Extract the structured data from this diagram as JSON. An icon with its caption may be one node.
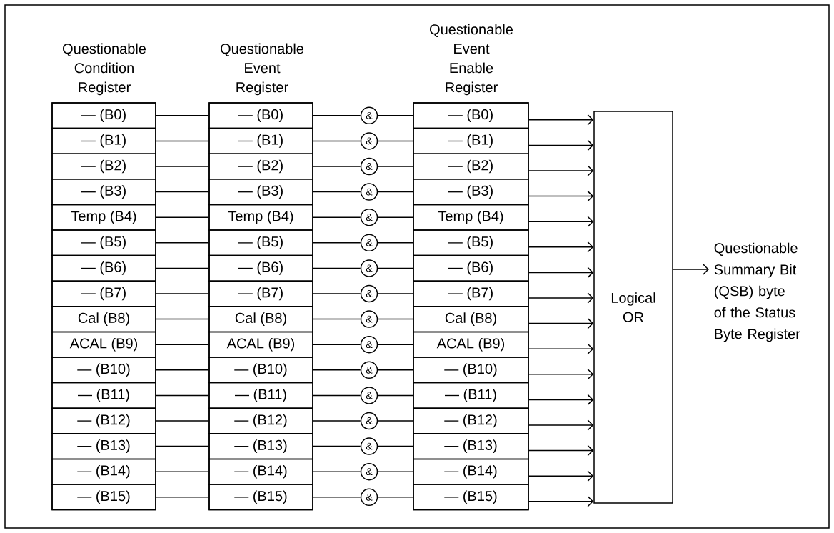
{
  "diagram": {
    "nodes": [
      {
        "text": [
          "Questionable Condition Register"
        ]
      },
      {
        "text": [
          "— (B0)"
        ],
        "in": 0
      },
      {
        "text": [
          "— (B1)"
        ],
        "in": 0
      },
      {
        "text": [
          "— (B2)"
        ],
        "in": 0
      },
      {
        "text": [
          "— (B3)"
        ],
        "in": 0
      },
      {
        "text": [
          "Temp (B4)"
        ],
        "in": 0
      },
      {
        "text": [
          "— (B5)"
        ],
        "in": 0
      },
      {
        "text": [
          "— (B6)"
        ],
        "in": 0
      },
      {
        "text": [
          "— (B7)"
        ],
        "in": 0
      },
      {
        "text": [
          "Cal (B8)"
        ],
        "in": 0
      },
      {
        "text": [
          "ACAL (B9)"
        ],
        "in": 0
      },
      {
        "text": [
          "— (B10)"
        ],
        "in": 0
      },
      {
        "text": [
          "— (B11)"
        ],
        "in": 0
      },
      {
        "text": [
          "— (B12)"
        ],
        "in": 0
      },
      {
        "text": [
          "— (B13)"
        ],
        "in": 0
      },
      {
        "text": [
          "— (B14)"
        ],
        "in": 0
      },
      {
        "text": [
          "— (B15)"
        ],
        "in": 0
      },
      {
        "text": [
          "Questionable Event Register"
        ]
      },
      {
        "text": [
          "— (B0)"
        ],
        "in": 17
      },
      {
        "text": [
          "— (B1)"
        ],
        "in": 17
      },
      {
        "text": [
          "— (B2)"
        ],
        "in": 17
      },
      {
        "text": [
          "— (B3)"
        ],
        "in": 17
      },
      {
        "text": [
          "Temp (B4)"
        ],
        "in": 17
      },
      {
        "text": [
          "— (B5)"
        ],
        "in": 17
      },
      {
        "text": [
          "— (B6)"
        ],
        "in": 17
      },
      {
        "text": [
          "— (B7)"
        ],
        "in": 17
      },
      {
        "text": [
          "Cal (B8)"
        ],
        "in": 17
      },
      {
        "text": [
          "ACAL (B9)"
        ],
        "in": 17
      },
      {
        "text": [
          "— (B10)"
        ],
        "in": 17
      },
      {
        "text": [
          "— (B11)"
        ],
        "in": 17
      },
      {
        "text": [
          "— (B12)"
        ],
        "in": 17
      },
      {
        "text": [
          "— (B13)"
        ],
        "in": 17
      },
      {
        "text": [
          "— (B14)"
        ],
        "in": 17
      },
      {
        "text": [
          "— (B15)"
        ],
        "in": 17
      },
      {
        "text": [
          "&"
        ]
      },
      {
        "text": [
          "&"
        ]
      },
      {
        "text": [
          "&"
        ]
      },
      {
        "text": [
          "&"
        ]
      },
      {
        "text": [
          "&"
        ]
      },
      {
        "text": [
          "&"
        ]
      },
      {
        "text": [
          "&"
        ]
      },
      {
        "text": [
          "&"
        ]
      },
      {
        "text": [
          "&"
        ]
      },
      {
        "text": [
          "&"
        ]
      },
      {
        "text": [
          "&"
        ]
      },
      {
        "text": [
          "&"
        ]
      },
      {
        "text": [
          "&"
        ]
      },
      {
        "text": [
          "&"
        ]
      },
      {
        "text": [
          "&"
        ]
      },
      {
        "text": [
          "&"
        ]
      },
      {
        "text": [
          "Questionable Event Enable Register"
        ]
      },
      {
        "text": [
          "— (B0)"
        ],
        "in": 50
      },
      {
        "text": [
          "— (B1)"
        ],
        "in": 50
      },
      {
        "text": [
          "— (B2)"
        ],
        "in": 50
      },
      {
        "text": [
          "— (B3)"
        ],
        "in": 50
      },
      {
        "text": [
          "Temp (B4)"
        ],
        "in": 50
      },
      {
        "text": [
          "— (B5)"
        ],
        "in": 50
      },
      {
        "text": [
          "— (B6)"
        ],
        "in": 50
      },
      {
        "text": [
          "— (B7)"
        ],
        "in": 50
      },
      {
        "text": [
          "Cal (B8)"
        ],
        "in": 50
      },
      {
        "text": [
          "ACAL (B9)"
        ],
        "in": 50
      },
      {
        "text": [
          "— (B10)"
        ],
        "in": 50
      },
      {
        "text": [
          "— (B11)"
        ],
        "in": 50
      },
      {
        "text": [
          "— (B12)"
        ],
        "in": 50
      },
      {
        "text": [
          "— (B13)"
        ],
        "in": 50
      },
      {
        "text": [
          "— (B14)"
        ],
        "in": 50
      },
      {
        "text": [
          "— (B15)"
        ],
        "in": 50
      },
      {
        "text": [
          "Logical OR"
        ]
      },
      {
        "text": [
          "Questionable Summary Bit (QSB) byte of the Status Byte Register"
        ]
      }
    ],
    "edges": [
      {
        "from": 1,
        "to": 18,
        "arrow": "none"
      },
      {
        "from": 18,
        "to": 34,
        "arrow": "none"
      },
      {
        "from": 34,
        "to": 51,
        "arrow": "none"
      },
      {
        "from": 51,
        "to": 67,
        "arrow": "to"
      },
      {
        "from": 2,
        "to": 19,
        "arrow": "none"
      },
      {
        "from": 19,
        "to": 35,
        "arrow": "none"
      },
      {
        "from": 35,
        "to": 52,
        "arrow": "none"
      },
      {
        "from": 52,
        "to": 67,
        "arrow": "to"
      },
      {
        "from": 3,
        "to": 20,
        "arrow": "none"
      },
      {
        "from": 20,
        "to": 36,
        "arrow": "none"
      },
      {
        "from": 36,
        "to": 53,
        "arrow": "none"
      },
      {
        "from": 53,
        "to": 67,
        "arrow": "to"
      },
      {
        "from": 4,
        "to": 21,
        "arrow": "none"
      },
      {
        "from": 21,
        "to": 37,
        "arrow": "none"
      },
      {
        "from": 37,
        "to": 54,
        "arrow": "none"
      },
      {
        "from": 54,
        "to": 67,
        "arrow": "to"
      },
      {
        "from": 5,
        "to": 22,
        "arrow": "none"
      },
      {
        "from": 22,
        "to": 38,
        "arrow": "none"
      },
      {
        "from": 38,
        "to": 55,
        "arrow": "none"
      },
      {
        "from": 55,
        "to": 67,
        "arrow": "to"
      },
      {
        "from": 6,
        "to": 23,
        "arrow": "none"
      },
      {
        "from": 23,
        "to": 39,
        "arrow": "none"
      },
      {
        "from": 39,
        "to": 56,
        "arrow": "none"
      },
      {
        "from": 56,
        "to": 67,
        "arrow": "to"
      },
      {
        "from": 7,
        "to": 24,
        "arrow": "none"
      },
      {
        "from": 24,
        "to": 40,
        "arrow": "none"
      },
      {
        "from": 40,
        "to": 57,
        "arrow": "none"
      },
      {
        "from": 57,
        "to": 67,
        "arrow": "to"
      },
      {
        "from": 8,
        "to": 25,
        "arrow": "none"
      },
      {
        "from": 25,
        "to": 41,
        "arrow": "none"
      },
      {
        "from": 41,
        "to": 58,
        "arrow": "none"
      },
      {
        "from": 58,
        "to": 67,
        "arrow": "to"
      },
      {
        "from": 9,
        "to": 26,
        "arrow": "none"
      },
      {
        "from": 26,
        "to": 42,
        "arrow": "none"
      },
      {
        "from": 42,
        "to": 59,
        "arrow": "none"
      },
      {
        "from": 59,
        "to": 67,
        "arrow": "to"
      },
      {
        "from": 10,
        "to": 27,
        "arrow": "none"
      },
      {
        "from": 27,
        "to": 43,
        "arrow": "none"
      },
      {
        "from": 43,
        "to": 60,
        "arrow": "none"
      },
      {
        "from": 60,
        "to": 67,
        "arrow": "to"
      },
      {
        "from": 11,
        "to": 28,
        "arrow": "none"
      },
      {
        "from": 28,
        "to": 44,
        "arrow": "none"
      },
      {
        "from": 44,
        "to": 61,
        "arrow": "none"
      },
      {
        "from": 61,
        "to": 67,
        "arrow": "to"
      },
      {
        "from": 12,
        "to": 29,
        "arrow": "none"
      },
      {
        "from": 29,
        "to": 45,
        "arrow": "none"
      },
      {
        "from": 45,
        "to": 62,
        "arrow": "none"
      },
      {
        "from": 62,
        "to": 67,
        "arrow": "to"
      },
      {
        "from": 13,
        "to": 30,
        "arrow": "none"
      },
      {
        "from": 30,
        "to": 46,
        "arrow": "none"
      },
      {
        "from": 46,
        "to": 63,
        "arrow": "none"
      },
      {
        "from": 63,
        "to": 67,
        "arrow": "to"
      },
      {
        "from": 14,
        "to": 31,
        "arrow": "none"
      },
      {
        "from": 31,
        "to": 47,
        "arrow": "none"
      },
      {
        "from": 47,
        "to": 64,
        "arrow": "none"
      },
      {
        "from": 64,
        "to": 67,
        "arrow": "to"
      },
      {
        "from": 15,
        "to": 32,
        "arrow": "none"
      },
      {
        "from": 32,
        "to": 48,
        "arrow": "none"
      },
      {
        "from": 48,
        "to": 65,
        "arrow": "none"
      },
      {
        "from": 65,
        "to": 67,
        "arrow": "to"
      },
      {
        "from": 16,
        "to": 33,
        "arrow": "none"
      },
      {
        "from": 33,
        "to": 49,
        "arrow": "none"
      },
      {
        "from": 49,
        "to": 66,
        "arrow": "none"
      },
      {
        "from": 66,
        "to": 67,
        "arrow": "to"
      },
      {
        "from": 67,
        "to": 68,
        "arrow": "to"
      }
    ]
  }
}
